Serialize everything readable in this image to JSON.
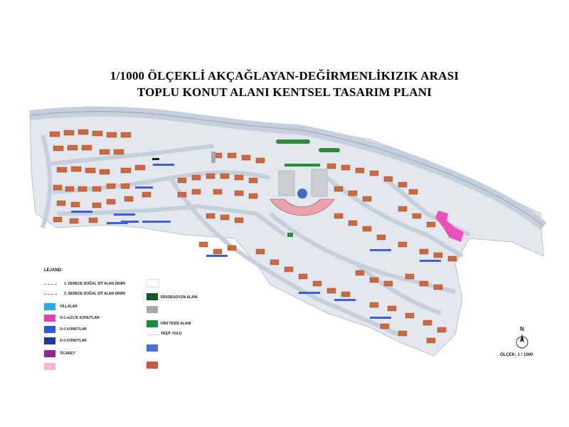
{
  "title": {
    "line1": "1/1000 ÖLÇEKLİ AKÇAĞLAYAN-DEĞİRMENLİKIZIK ARASI",
    "line2": "TOPLU KONUT ALANI KENTSEL TASARIM PLANI"
  },
  "legend": {
    "heading": "LEJAND:",
    "items": [
      {
        "label": "1. DERECE DOĞAL SİT ALAN SINIRI",
        "kind": "line",
        "color": "#7a7aa0"
      },
      {
        "label": "3. DERECE DOĞAL SİT ALAN SINIRI",
        "kind": "line",
        "color": "#7a7aa0"
      },
      {
        "label": "VİLLALAR",
        "kind": "swatch",
        "color": "#29a9e8"
      },
      {
        "label": "3+1 m2'LİK KONUTLAR",
        "kind": "swatch",
        "color": "#e83fb0"
      },
      {
        "label": "2+1 KONUTLAR",
        "kind": "swatch",
        "color": "#2b5cd6"
      },
      {
        "label": "2+1 KONUTLAR",
        "kind": "swatch",
        "color": "#1a3a9a"
      },
      {
        "label": "TİCARET",
        "kind": "swatch",
        "color": "#8f2a8a"
      },
      {
        "label": "",
        "kind": "swatch",
        "color": "#f4b6c8"
      },
      {
        "label": "",
        "kind": "swatch",
        "color": "#ffffff"
      },
      {
        "label": "REKREASYON ALANI",
        "kind": "swatch",
        "color": "#0e5a22"
      },
      {
        "label": "",
        "kind": "swatch",
        "color": "#a7a9ac"
      },
      {
        "label": "DİNİ TESİS ALANI",
        "kind": "swatch",
        "color": "#1f8a3a"
      },
      {
        "label": "TAŞIT YOLU",
        "kind": "line",
        "color": "#c9d3df"
      },
      {
        "label": "",
        "kind": "swatch",
        "color": "#4d70d8"
      },
      {
        "label": "",
        "kind": "swatch",
        "color": "#d0583a"
      }
    ]
  },
  "north_label": "N",
  "scale": "ÖLÇEK: 1 / 1000",
  "colors": {
    "road": "#c6d0dc",
    "site": "#e3e8ee",
    "building": "#cc6a3e",
    "building_blue": "#3d5fcf",
    "amphitheater": "#e9a3a9",
    "green": "#2e8b3a",
    "pink": "#ec4fb8"
  }
}
